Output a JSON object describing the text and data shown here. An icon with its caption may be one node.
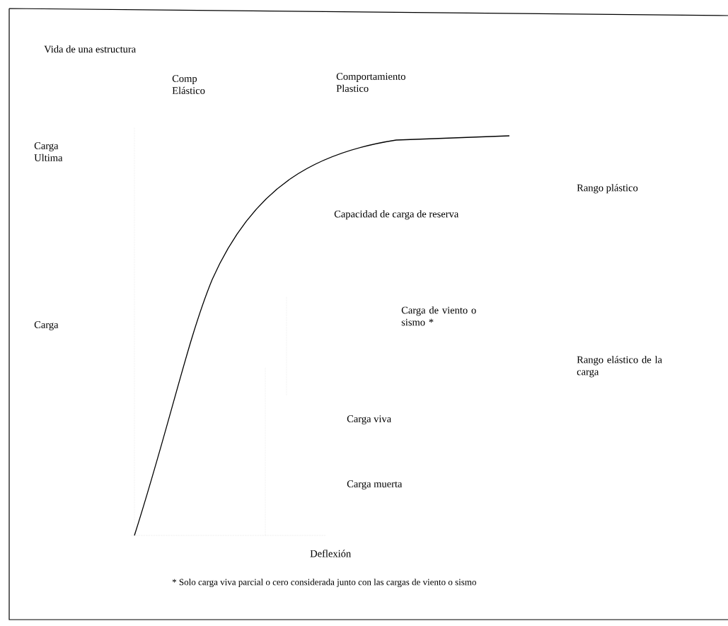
{
  "diagram": {
    "title": "Vida de una estructura",
    "labels": [
      "Comp Elástico",
      "Comportamiento Plastico",
      "Carga Ultima",
      "Rango plástico",
      "Capacidad de carga de reserva",
      "Carga",
      "Carga de viento o sismo *",
      "Rango elástico de la carga",
      "Carga viva",
      "Carga muerta",
      "Deflexión"
    ],
    "caption": "* Solo carga viva parcial o cero considerada junto con las cargas de viento o sismo"
  }
}
